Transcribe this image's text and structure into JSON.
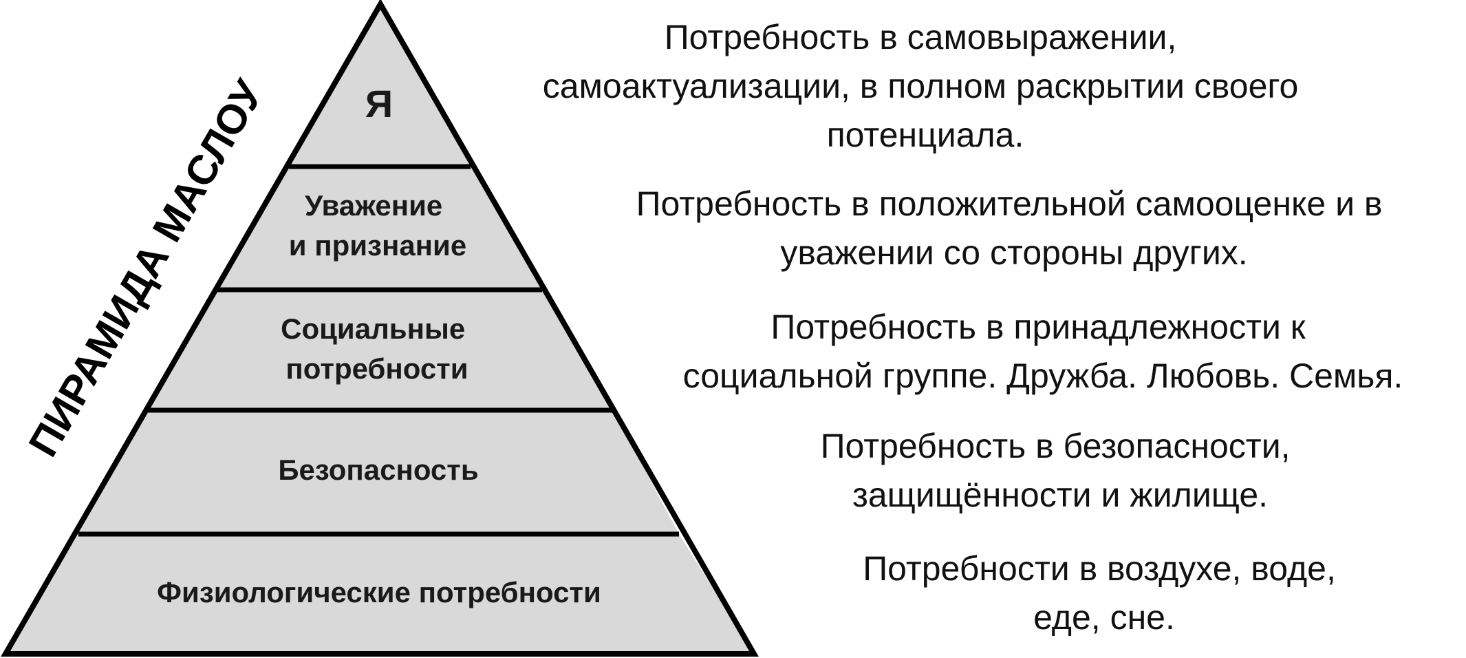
{
  "side_title": "ПИРАМИДА МАСЛОУ",
  "colors": {
    "band_fill": "#d9d9d9",
    "outline": "#000000",
    "text": "#111111"
  },
  "levels": [
    {
      "label_lines": [
        "Я"
      ],
      "description_lines": [
        "Потребность в самовыражении,",
        "самоактуализации, в полном раскрытии своего",
        "потенциала."
      ]
    },
    {
      "label_lines": [
        "Уважение",
        "и признание"
      ],
      "description_lines": [
        "Потребность в положительной самооценке и в",
        "уважении со стороны других."
      ]
    },
    {
      "label_lines": [
        "Социальные",
        "потребности"
      ],
      "description_lines": [
        "Потребность в принадлежности к",
        "социальной группе. Дружба. Любовь. Семья."
      ]
    },
    {
      "label_lines": [
        "Безопасность"
      ],
      "description_lines": [
        "Потребность в  безопасности,",
        "защищённости и жилище."
      ]
    },
    {
      "label_lines": [
        "Физиологические потребности"
      ],
      "description_lines": [
        "Потребности в воздухе, воде,",
        "еде, сне."
      ]
    }
  ]
}
